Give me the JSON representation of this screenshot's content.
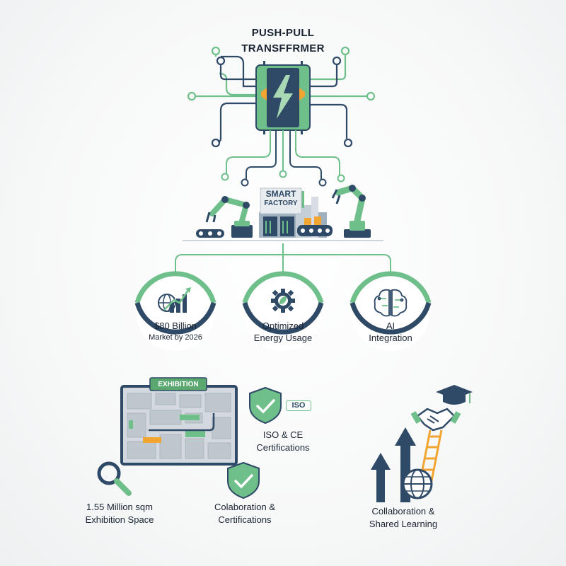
{
  "title": {
    "line1": "PUSH-PULL",
    "line2": "TRANSFFRMER"
  },
  "factory": {
    "sign_line1": "SMART",
    "sign_line2": "FACTORY"
  },
  "metrics": [
    {
      "line1": "$80 Billion",
      "line2": "Market by 2026",
      "icon": "globe-growth-chart-icon"
    },
    {
      "line1": "Optimized",
      "line2": "Energy Usage",
      "icon": "gear-leaf-icon"
    },
    {
      "line1": "AI",
      "line2": "Integration",
      "icon": "brain-circuit-icon"
    }
  ],
  "exhibition": {
    "map_label": "EXHIBITION",
    "caption_line1": "1.55 Million sqm",
    "caption_line2": "Exhibition Space"
  },
  "iso": {
    "badge_text": "ISO",
    "caption_line1": "ISO & CE",
    "caption_line2": "Certifications"
  },
  "collab_cert": {
    "caption_line1": "Colaboration &",
    "caption_line2": "Certifications"
  },
  "collab_learning": {
    "caption_line1": "Collaboration &",
    "caption_line2": "Shared Learning"
  },
  "colors": {
    "navy": "#2f4a66",
    "green": "#6fbf8a",
    "chip_green": "#5aa870",
    "orange": "#f2a531",
    "light_green": "#a8d8b4"
  }
}
